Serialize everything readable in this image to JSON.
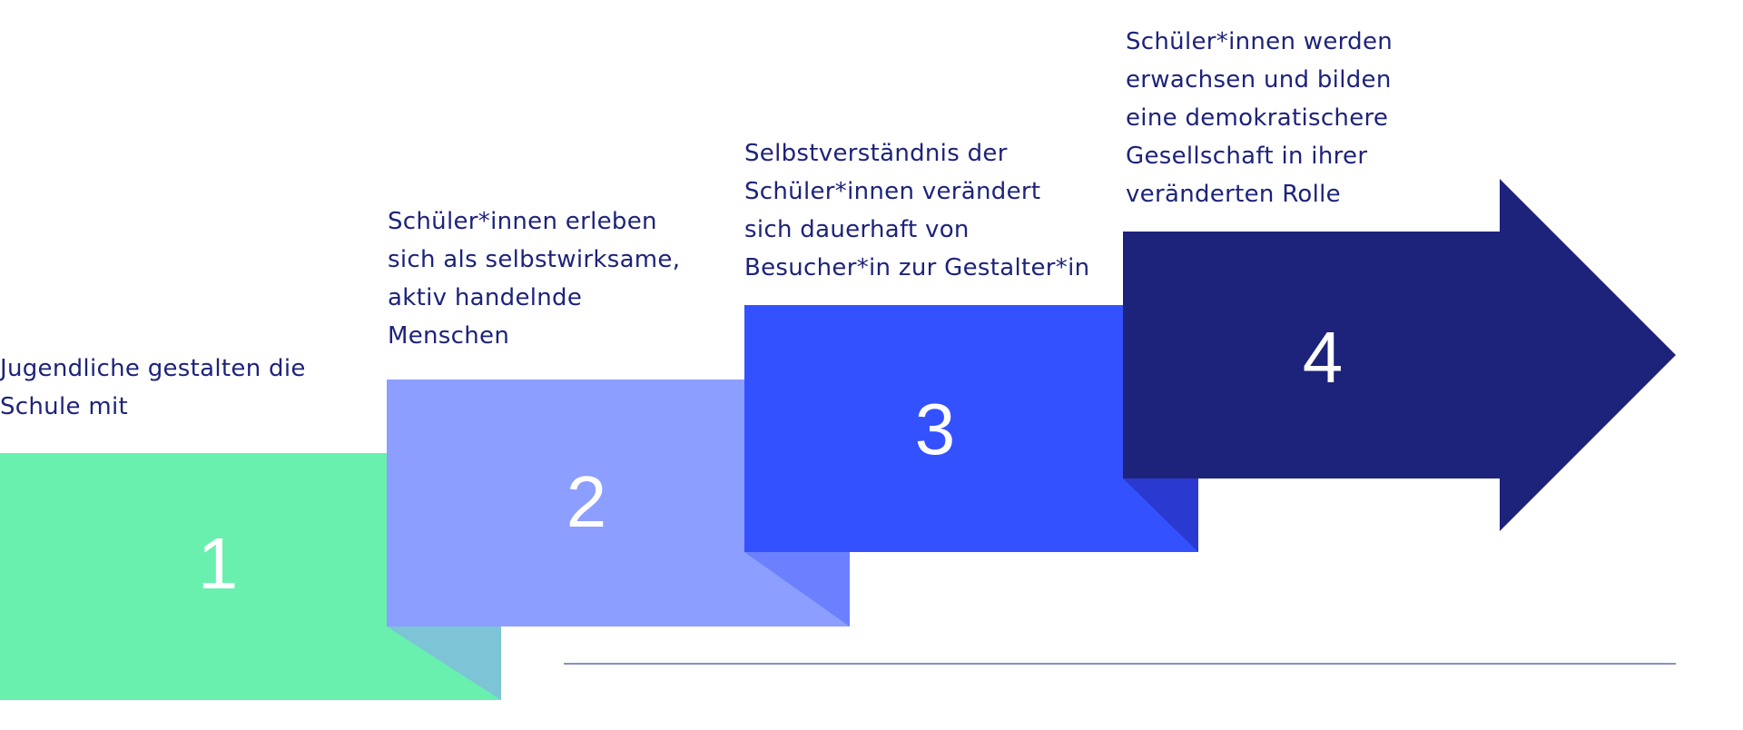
{
  "steps": [
    {
      "number": "1",
      "caption_lines": [
        "Jugendliche gestalten die",
        "Schule mit"
      ],
      "color": "#69f0ae",
      "fold_color": "#7cc4d6"
    },
    {
      "number": "2",
      "caption_lines": [
        "Schüler*innen erleben",
        "sich als selbstwirksame,",
        "aktiv handelnde",
        "Menschen"
      ],
      "color": "#8c9eff",
      "fold_color": "#6b7fff"
    },
    {
      "number": "3",
      "caption_lines": [
        "Selbstverständnis der",
        "Schüler*innen verändert",
        "sich dauerhaft von",
        "Besucher*in zur Gestalter*in"
      ],
      "color": "#3451ff",
      "fold_color": "#2a3ad0"
    },
    {
      "number": "4",
      "caption_lines": [
        "Schüler*innen werden",
        "erwachsen und bilden",
        "eine demokratischere",
        "Gesellschaft in ihrer",
        "veränderten Rolle"
      ],
      "color": "#1d237a"
    }
  ],
  "colors": {
    "text": "#1d237a",
    "baseline": "#5f6fa8"
  }
}
